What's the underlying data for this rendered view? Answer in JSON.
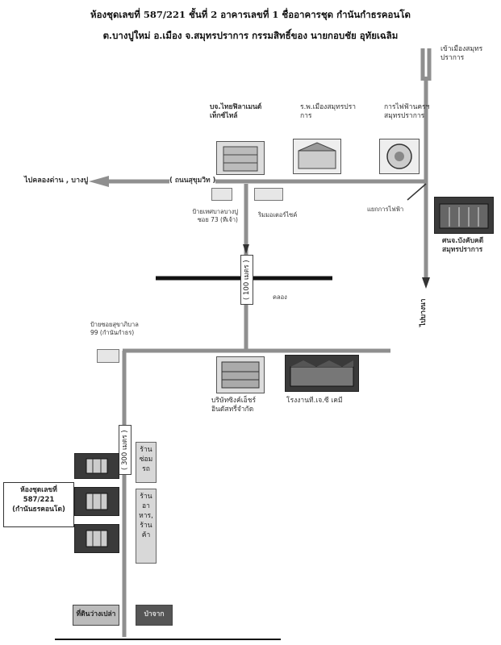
{
  "header": {
    "line1": "ห้องชุดเลขที่ 587/221  ชั้นที่ 2  อาคารเลขที่ 1  ชื่ออาคารชุด กำนันกำธรคอนโด",
    "line2": "ต.บางปูใหม่ อ.เมือง จ.สมุทรปราการ  กรรมสิทธิ์ของ  นายกอบชัย   อุทัยเฉลิม"
  },
  "labels": {
    "to_city": "เข้าเมืองสมุทร\nปราการ",
    "company_top": "บจ.ไทยฟิลาเมนต์\nเท็กซ์ไทล์",
    "hospital": "ร.พ.เมืองสมุทรปรา\nการ",
    "electricity": "การไฟฟ้านครฯ\nสมุทรปราการ",
    "to_bangpu": "ไปคลองด่าน , บางปู",
    "sukhumvit": "( ถนนสุขุมวิท )",
    "bus_stop": "ป้ายเทศบาลบางปู\nซอย 73 (ทีเจ้า)",
    "rim_water": "ริมมอเตอร์ไซค์",
    "elec_junction": "แยกการไฟฟ้า",
    "court": "ศนจ.บังคับคดี\nสมุทรปราการ",
    "canal": "คลอง",
    "dist_100": "( 100 เมตร )",
    "to_bangna": "ไปบางนา",
    "soi_sign": "ป้ายซอยสุขาภิบาล\n99 (กำนันกำธร)",
    "company_mid": "บริษัทซิงค์เอ็ชร์\nอินดัสทรี่จำกัด",
    "factory": "โรงงานที.เจ.ซี เคมี",
    "dist_300": "( 300 เมตร )",
    "shop1": "ร้าน\nซ่อม\nรถ",
    "shop2": "ร้านอา\nหาร,\nร้านค้า",
    "unit_box": "ห้องชุดเลขที่\n587/221\n(กำนันธรคอนโด)",
    "vacant_land": "ที่ดินว่างเปล่า",
    "vacant_dark": "ป่าจาก"
  },
  "colors": {
    "road": "#8f8f8f",
    "main_line": "#111111"
  }
}
